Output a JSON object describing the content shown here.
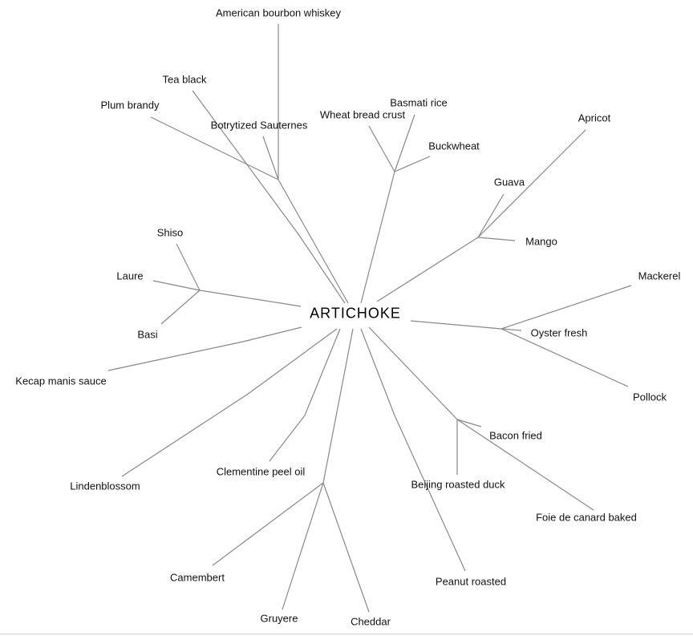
{
  "center": "ARTICHOKE",
  "line_color": "#888888",
  "labels": {
    "bourbon": "American bourbon whiskey",
    "tea": "Tea black",
    "plum": "Plum brandy",
    "botrytized": "Botrytized Sauternes",
    "basmati": "Basmati rice",
    "wheat": "Wheat bread crust",
    "buckwheat": "Buckwheat",
    "apricot": "Apricot",
    "guava": "Guava",
    "mango": "Mango",
    "shiso": "Shiso",
    "laure": "Laure",
    "basi": "Basi",
    "mackerel": "Mackerel",
    "oyster": "Oyster fresh",
    "pollock": "Pollock",
    "kecap": "Kecap manis sauce",
    "bacon": "Bacon fried",
    "clementine": "Clementine peel oil",
    "beijing": "Beijing roasted duck",
    "lindenblossom": "Lindenblossom",
    "foie": "Foie de canard baked",
    "camembert": "Camembert",
    "peanut": "Peanut roasted",
    "gruyere": "Gruyere",
    "cheddar": "Cheddar"
  }
}
